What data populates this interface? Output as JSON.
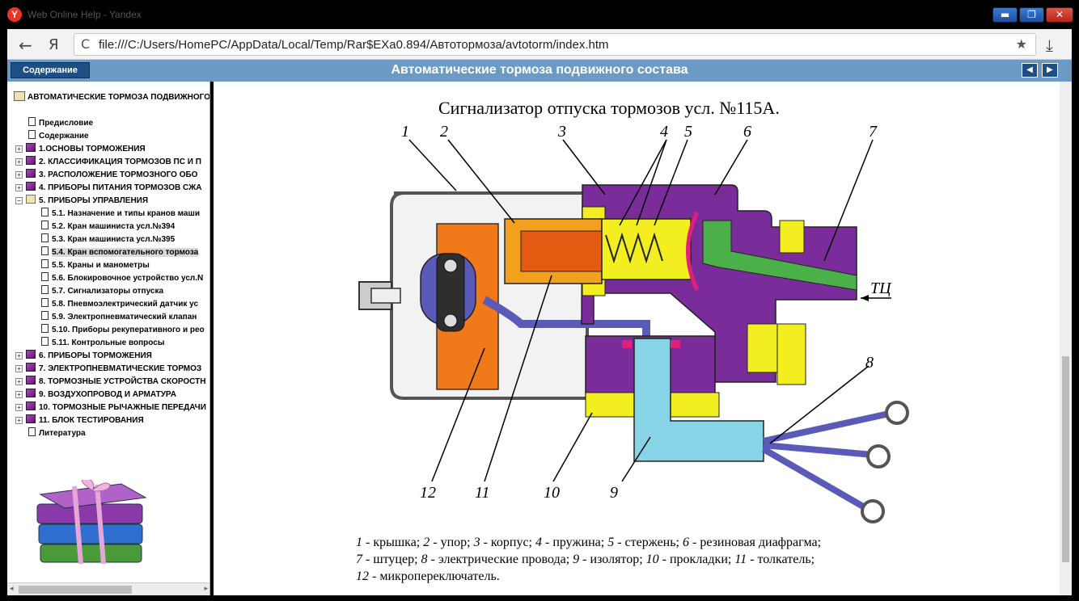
{
  "window": {
    "title": "Web Online Help - Yandex",
    "app_icon": "Y",
    "buttons": {
      "minimize": "▬",
      "maximize": "❐",
      "close": "✕"
    }
  },
  "toolbar": {
    "back_icon": "←",
    "yandex_icon": "Я",
    "reload_icon": "C",
    "url": "file:///C:/Users/HomePC/AppData/Local/Temp/Rar$EXa0.894/Автотормоза/avtotorm/index.htm",
    "bookmark_icon": "★",
    "download_icon": "⤓"
  },
  "helpbar": {
    "contents_button": "Содержание",
    "title": "Автоматические тормоза подвижного состава",
    "prev_icon": "◀",
    "next_icon": "▶"
  },
  "tree": {
    "root": "АВТОМАТИЧЕСКИЕ ТОРМОЗА ПОДВИЖНОГО",
    "items": [
      {
        "label": "Предисловие",
        "type": "page",
        "level": 0
      },
      {
        "label": "Содержание",
        "type": "page",
        "level": 0
      },
      {
        "label": "1.ОСНОВЫ ТОРМОЖЕНИЯ",
        "type": "book",
        "level": 0
      },
      {
        "label": "2. КЛАССИФИКАЦИЯ ТОРМОЗОВ ПС И П",
        "type": "book",
        "level": 0
      },
      {
        "label": "3. РАСПОЛОЖЕНИЕ ТОРМОЗНОГО ОБО",
        "type": "book",
        "level": 0
      },
      {
        "label": "4. ПРИБОРЫ ПИТАНИЯ ТОРМОЗОВ СЖА",
        "type": "book",
        "level": 0
      },
      {
        "label": "5. ПРИБОРЫ УПРАВЛЕНИЯ",
        "type": "open",
        "level": 0
      },
      {
        "label": "5.1. Назначение и типы кранов маши",
        "type": "page",
        "level": 1
      },
      {
        "label": "5.2. Кран машиниста усл.№394",
        "type": "page",
        "level": 1
      },
      {
        "label": "5.3. Кран машиниста усл.№395",
        "type": "page",
        "level": 1
      },
      {
        "label": "5.4. Кран вспомогательного тормоза",
        "type": "page",
        "level": 1
      },
      {
        "label": "5.5. Краны и манометры",
        "type": "page",
        "level": 1
      },
      {
        "label": "5.6. Блокировочное устройство усл.N",
        "type": "page",
        "level": 1
      },
      {
        "label": "5.7. Сигнализаторы отпуска",
        "type": "page",
        "level": 1
      },
      {
        "label": "5.8. Пневмоэлектрический датчик ус",
        "type": "page",
        "level": 1
      },
      {
        "label": "5.9. Электропневматический клапан",
        "type": "page",
        "level": 1
      },
      {
        "label": "5.10. Приборы рекуперативного и рео",
        "type": "page",
        "level": 1
      },
      {
        "label": "5.11. Контрольные вопросы",
        "type": "page",
        "level": 1
      },
      {
        "label": "6. ПРИБОРЫ ТОРМОЖЕНИЯ",
        "type": "book",
        "level": 0
      },
      {
        "label": "7. ЭЛЕКТРОПНЕВМАТИЧЕСКИЕ ТОРМОЗ",
        "type": "book",
        "level": 0
      },
      {
        "label": "8. ТОРМОЗНЫЕ УСТРОЙСТВА СКОРОСТН",
        "type": "book",
        "level": 0
      },
      {
        "label": "9. ВОЗДУХОПРОВОД И АРМАТУРА",
        "type": "book",
        "level": 0
      },
      {
        "label": "10. ТОРМОЗНЫЕ РЫЧАЖНЫЕ ПЕРЕДАЧИ",
        "type": "book",
        "level": 0
      },
      {
        "label": "11. БЛОК ТЕСТИРОВАНИЯ",
        "type": "book",
        "level": 0
      },
      {
        "label": "Литература",
        "type": "page",
        "level": 0
      }
    ]
  },
  "content": {
    "figure_title": "Сигнализатор отпуска тормозов усл. №115А.",
    "callouts": [
      "1",
      "2",
      "3",
      "4",
      "5",
      "6",
      "7",
      "8",
      "9",
      "10",
      "11",
      "12"
    ],
    "port_label": "ТЦ",
    "caption": [
      {
        "n": "1",
        "t": " - крышка; "
      },
      {
        "n": "2",
        "t": " - упор; "
      },
      {
        "n": "3",
        "t": " - корпус; "
      },
      {
        "n": "4",
        "t": " - пружина; "
      },
      {
        "n": "5",
        "t": " - стержень; "
      },
      {
        "n": "6",
        "t": " - резиновая диафрагма;"
      },
      {
        "br": true
      },
      {
        "n": "7",
        "t": " - штуцер; "
      },
      {
        "n": "8",
        "t": " - электрические провода; "
      },
      {
        "n": "9",
        "t": " - изолятор; "
      },
      {
        "n": "10",
        "t": " - прокладки; "
      },
      {
        "n": "11",
        "t": " - толкатель;"
      },
      {
        "br": true
      },
      {
        "n": "12",
        "t": " - микропереключатель."
      }
    ]
  },
  "colors": {
    "body": "#7a2d9a",
    "cover": "#f0f0f0",
    "switch": "#f07a1a",
    "stop": "#f2a01e",
    "yellow": "#f2ee20",
    "insulator": "#86d4e6",
    "wire": "#5a5ab8",
    "gasket": "#e0207a",
    "green": "#4cb04a"
  }
}
